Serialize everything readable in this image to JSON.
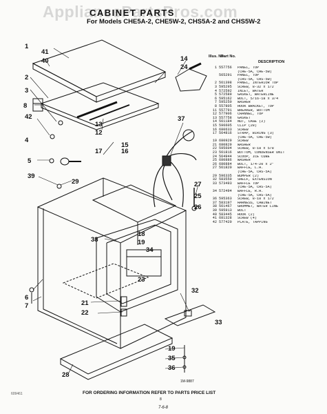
{
  "watermark": "AppliancePartsPros.com",
  "title": "CABINET PARTS",
  "subtitle": "For Models CHE5A-2, CHE5W-2, CHS5A-2 and CHS5W-2",
  "list_header": {
    "illus_no": "Illus. No.",
    "part_no": "Part No.",
    "description": "DESCRIPTION"
  },
  "parts": [
    {
      "no": "1",
      "pn": "557756",
      "desc": "PANEL, TOP"
    },
    {
      "no": "",
      "pn": "",
      "desc": "(CHE-5A, CHE-5W)"
    },
    {
      "no": "",
      "pn": "565291",
      "desc": "PANEL, TOP"
    },
    {
      "no": "",
      "pn": "",
      "desc": "(CHS-5A, CHS-5W)"
    },
    {
      "no": "2",
      "pn": "561398",
      "desc": "PANEL, INTERIOR TOP"
    },
    {
      "no": "3",
      "pn": "595295",
      "desc": "SCREW, 8-32 x 1/2"
    },
    {
      "no": "4",
      "pn": "572592",
      "desc": "INLET, WATER"
    },
    {
      "no": "5",
      "pn": "572589",
      "desc": "GASKET, WATERLINE"
    },
    {
      "no": "6",
      "pn": "595162",
      "desc": "BOLT, 5/16-18 x 3/4"
    },
    {
      "no": "7",
      "pn": "595250",
      "desc": "WASHER"
    },
    {
      "no": "8",
      "pn": "557805",
      "desc": "HOOK BRACKET, TOP"
    },
    {
      "no": "11",
      "pn": "557791",
      "desc": "BREAKER, BOTTOM"
    },
    {
      "no": "12",
      "pn": "577906",
      "desc": "CHANNEL, TOP"
    },
    {
      "no": "13",
      "pn": "557758",
      "desc": "GASKET"
    },
    {
      "no": "14",
      "pn": "561184",
      "desc": "NUT, CAGE (2)"
    },
    {
      "no": "15",
      "pn": "596605",
      "desc": "CLIP (28)"
    },
    {
      "no": "16",
      "pn": "680633",
      "desc": "SCREW"
    },
    {
      "no": "17",
      "pn": "564816",
      "desc": "STRAP, WIRING (3)"
    },
    {
      "no": "",
      "pn": "",
      "desc": "(CHE-5A, CHE-5W)"
    },
    {
      "no": "19",
      "pn": "680929",
      "desc": "SCREW"
    },
    {
      "no": "21",
      "pn": "680829",
      "desc": "WASHER"
    },
    {
      "no": "22",
      "pn": "595604",
      "desc": "SCREW, 8-18 x 5/8"
    },
    {
      "no": "23",
      "pn": "561816",
      "desc": "BOTTOM, CONDENSER UNIT"
    },
    {
      "no": "24",
      "pn": "564944",
      "desc": "SCOOP, ICE CUBE"
    },
    {
      "no": "25",
      "pn": "680886",
      "desc": "WASHER"
    },
    {
      "no": "26",
      "pn": "680884",
      "desc": "BOLT, 1/4-20 x 2\""
    },
    {
      "no": "27",
      "pn": "561820",
      "desc": "BAFFLE, L.H."
    },
    {
      "no": "",
      "pn": "",
      "desc": "(CHE-5A, CHS-5A)"
    },
    {
      "no": "29",
      "pn": "596335",
      "desc": "BUMPER (2)"
    },
    {
      "no": "32",
      "pn": "583550",
      "desc": "SHELF, EXTENSION"
    },
    {
      "no": "33",
      "pn": "573493",
      "desc": "BAFFLE TOP"
    },
    {
      "no": "",
      "pn": "",
      "desc": "(CHE-5A, CHS-5A)"
    },
    {
      "no": "34",
      "pn": "572494",
      "desc": "BAFFLE, R.H."
    },
    {
      "no": "",
      "pn": "",
      "desc": "(CHE-5A, CHS-5A)"
    },
    {
      "no": "36",
      "pn": "595363",
      "desc": "SCREW, 8-18 x 1/2"
    },
    {
      "no": "37",
      "pn": "583197",
      "desc": "HARNESS, CABINET"
    },
    {
      "no": "38",
      "pn": "561467",
      "desc": "GROMMET, WATER LINE"
    },
    {
      "no": "39",
      "pn": "595913",
      "desc": "BOLT"
    },
    {
      "no": "40",
      "pn": "583445",
      "desc": "HOOK (2)"
    },
    {
      "no": "41",
      "pn": "681328",
      "desc": "SCREW (4)"
    },
    {
      "no": "42",
      "pn": "577420",
      "desc": "PLATE, TAPPING"
    }
  ],
  "callouts": [
    "1",
    "41",
    "40",
    "2",
    "3",
    "8",
    "42",
    "13",
    "12",
    "14",
    "24",
    "37",
    "17",
    "16",
    "15",
    "4",
    "5",
    "29",
    "39",
    "27",
    "25",
    "26",
    "38",
    "18",
    "19",
    "34",
    "23",
    "21",
    "22",
    "6",
    "7",
    "32",
    "33",
    "19",
    "35",
    "36",
    "28"
  ],
  "drawing_no": "1M-9887",
  "footer": "FOR ORDERING INFORMATION REFER TO PARTS PRICE LIST",
  "page_no": "8",
  "stamp": "7-6-8",
  "corner_code": "609461"
}
